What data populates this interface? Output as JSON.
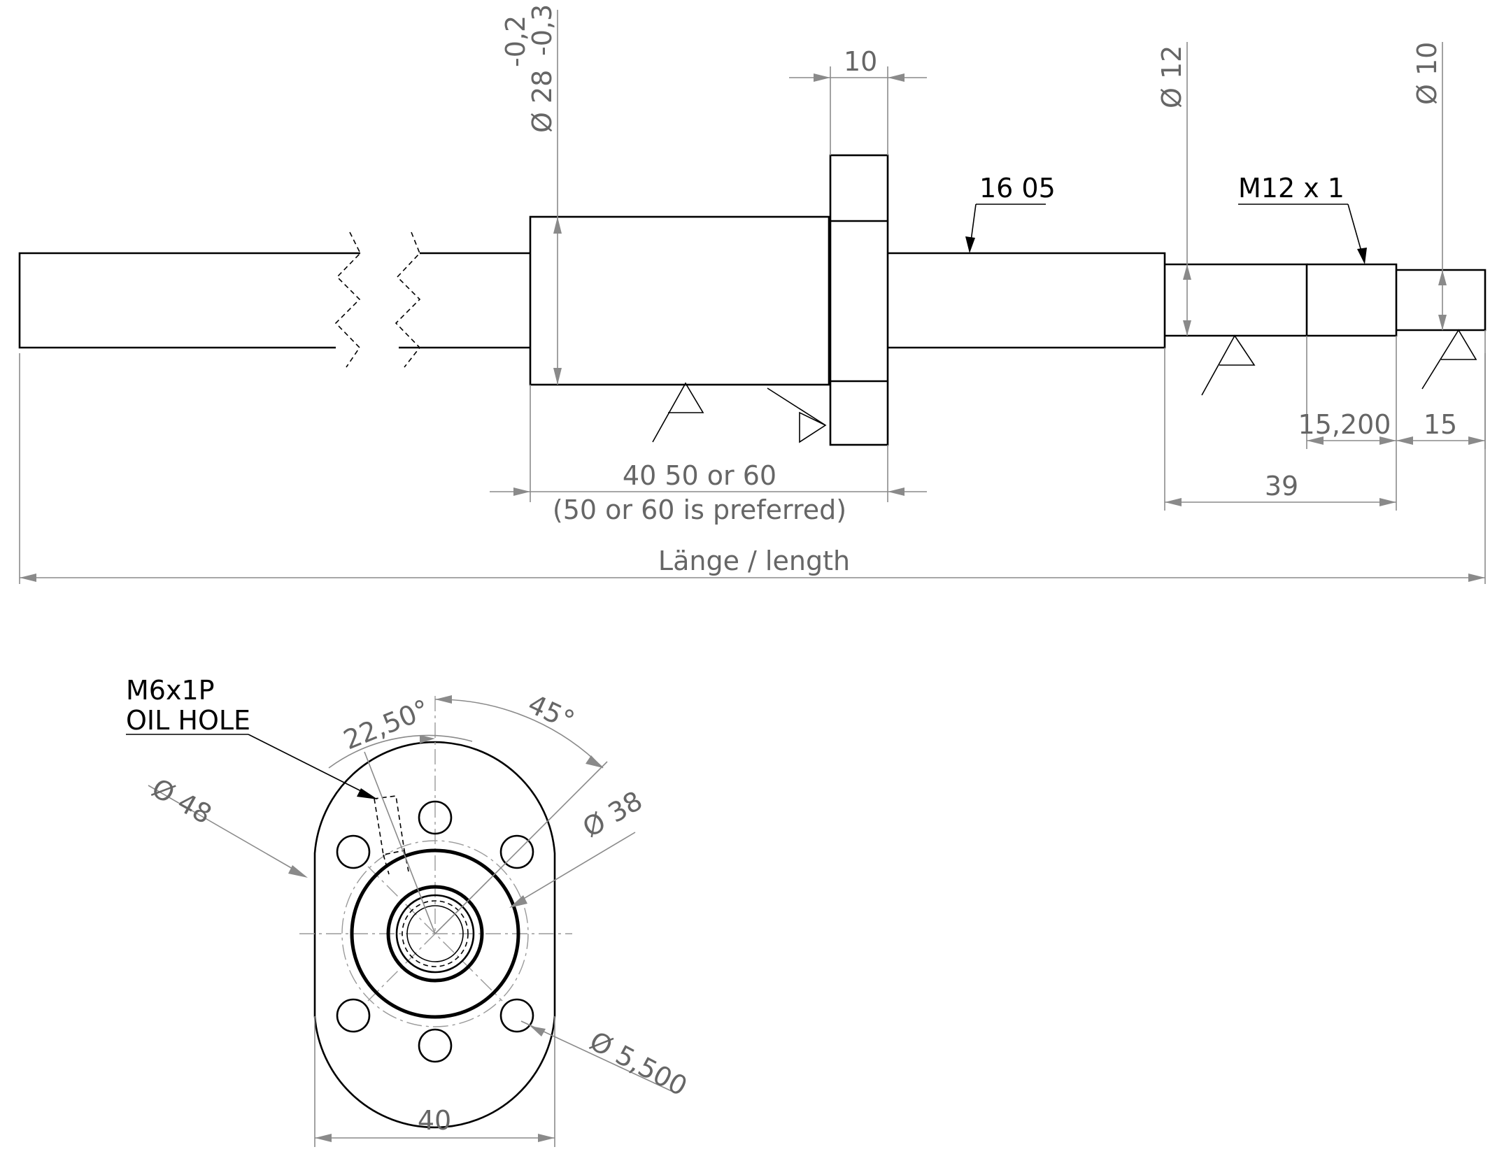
{
  "side_view": {
    "dia_28_main": "Ø 28",
    "dia_28_tol_lower": "-0,3",
    "dia_28_tol_upper": "-0,2",
    "flange_width": "10",
    "dia_12": "Ø 12",
    "dia_10": "Ø 10",
    "screw_spec": "16 05",
    "thread_spec": "M12 x 1",
    "nut_length": "40 50 or 60",
    "nut_length_note": "(50 or 60 is preferred)",
    "len_15200": "15,200",
    "len_15": "15",
    "len_39": "39",
    "total_length": "Länge / length"
  },
  "front_view": {
    "oil_hole_thread": "M6x1P",
    "oil_hole_label": "OIL HOLE",
    "angle_2250": "22,50°",
    "angle_45": "45°",
    "dia_48": "Ø 48",
    "dia_38": "Ø 38",
    "dia_5500": "Ø 5,500",
    "width_40": "40"
  }
}
